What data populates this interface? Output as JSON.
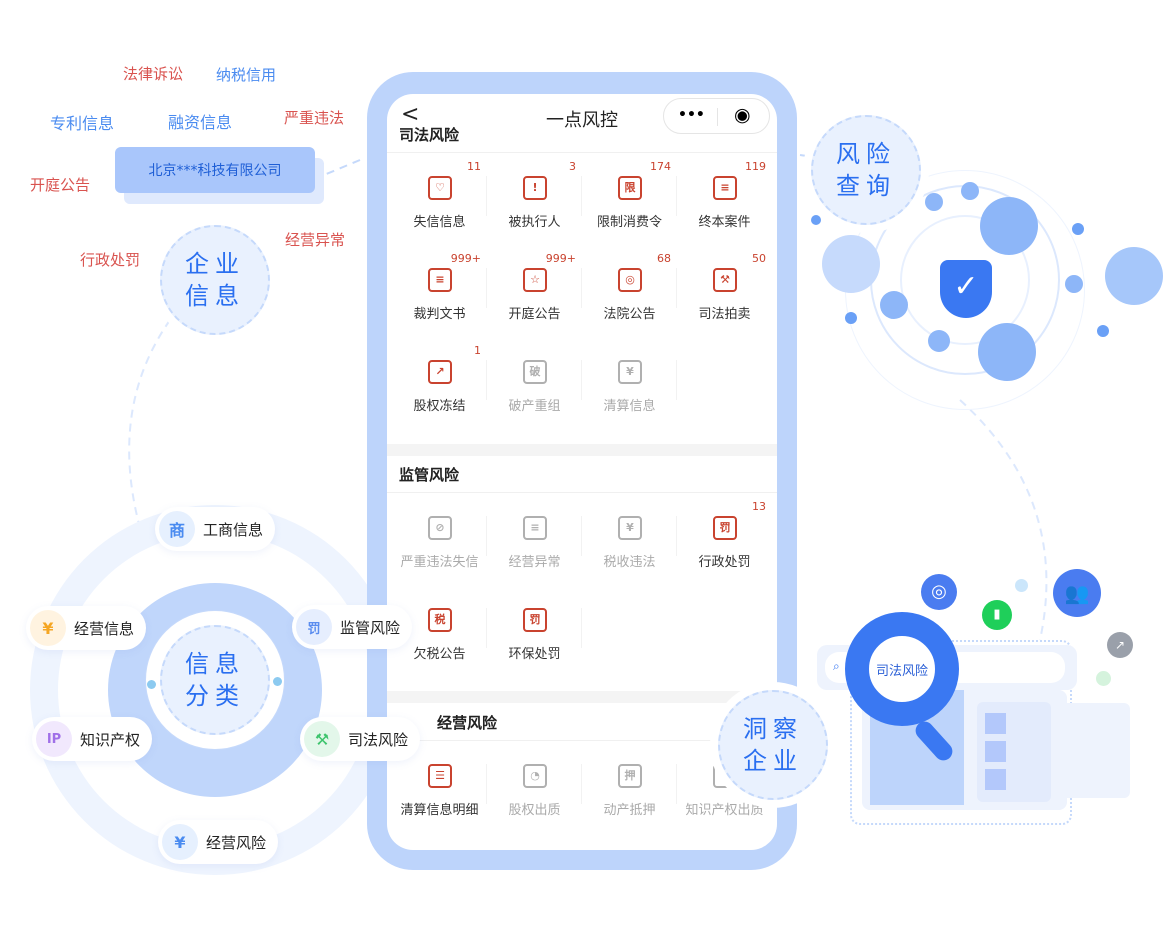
{
  "tags": [
    {
      "text": "法律诉讼",
      "color": "red"
    },
    {
      "text": "纳税信用",
      "color": "blue"
    },
    {
      "text": "专利信息",
      "color": "blue"
    },
    {
      "text": "融资信息",
      "color": "blue"
    },
    {
      "text": "严重违法",
      "color": "red"
    },
    {
      "text": "开庭公告",
      "color": "red"
    },
    {
      "text": "经营异常",
      "color": "red"
    },
    {
      "text": "行政处罚",
      "color": "red"
    }
  ],
  "company_card": "北京***科技有限公司",
  "bubbles": {
    "enterprise_info": "企业信息",
    "risk_query": "风险查询",
    "insight": "洞察企业",
    "classification": "信息分类"
  },
  "phone": {
    "title": "一点风控",
    "back": "<",
    "menu": "•••",
    "close": "◉",
    "sections": [
      {
        "title": "司法风险",
        "items": [
          {
            "label": "失信信息",
            "count": "11",
            "icon": "♡"
          },
          {
            "label": "被执行人",
            "count": "3",
            "icon": "!"
          },
          {
            "label": "限制消费令",
            "count": "174",
            "icon": "限"
          },
          {
            "label": "终本案件",
            "count": "119",
            "icon": "≡"
          },
          {
            "label": "裁判文书",
            "count": "999+",
            "icon": "≡"
          },
          {
            "label": "开庭公告",
            "count": "999+",
            "icon": "☆"
          },
          {
            "label": "法院公告",
            "count": "68",
            "icon": "◎"
          },
          {
            "label": "司法拍卖",
            "count": "50",
            "icon": "⚒"
          },
          {
            "label": "股权冻结",
            "count": "1",
            "icon": "↗"
          },
          {
            "label": "破产重组",
            "count": "",
            "icon": "破"
          },
          {
            "label": "清算信息",
            "count": "",
            "icon": "¥"
          }
        ]
      },
      {
        "title": "监管风险",
        "items": [
          {
            "label": "严重违法失信",
            "count": "",
            "icon": "⊘"
          },
          {
            "label": "经营异常",
            "count": "",
            "icon": "≡"
          },
          {
            "label": "税收违法",
            "count": "",
            "icon": "¥"
          },
          {
            "label": "行政处罚",
            "count": "13",
            "icon": "罚"
          },
          {
            "label": "欠税公告",
            "count": "",
            "icon": "税"
          },
          {
            "label": "环保处罚",
            "count": "",
            "icon": "罚"
          }
        ]
      },
      {
        "title": "经营风险",
        "items": [
          {
            "label": "清算信息明细",
            "count": "",
            "icon": "☰"
          },
          {
            "label": "股权出质",
            "count": "",
            "icon": "◔"
          },
          {
            "label": "动产抵押",
            "count": "",
            "icon": "押"
          },
          {
            "label": "知识产权出质",
            "count": "",
            "icon": "R"
          }
        ]
      }
    ]
  },
  "categories": [
    {
      "label": "工商信息",
      "icon": "商",
      "color": "#4a8bf0"
    },
    {
      "label": "经营信息",
      "icon": "¥",
      "color": "#f5a623"
    },
    {
      "label": "监管风险",
      "icon": "罚",
      "color": "#5b8def"
    },
    {
      "label": "知识产权",
      "icon": "IP",
      "color": "#a070e8"
    },
    {
      "label": "司法风险",
      "icon": "⚒",
      "color": "#3ec46d"
    },
    {
      "label": "经营风险",
      "icon": "¥",
      "color": "#4a8bf0"
    }
  ],
  "search_card": {
    "query": "司法风险"
  }
}
